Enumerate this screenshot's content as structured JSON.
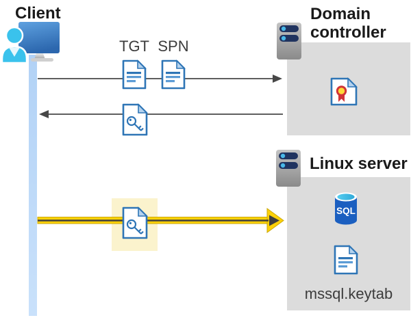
{
  "labels": {
    "client": "Client",
    "tgt": "TGT",
    "spn": "SPN",
    "domain_controller": "Domain controller",
    "linux_server": "Linux server",
    "sql_badge": "SQL",
    "keytab_filename": "mssql.keytab"
  },
  "icons": {
    "client": "user-with-monitor-icon",
    "domain_controller": "server-tower-icon",
    "linux_server": "server-tower-icon",
    "tgt_ticket": "document-icon",
    "spn_ticket": "document-icon",
    "service_ticket": "key-document-icon",
    "keytab_key": "key-document-icon",
    "certificate": "certificate-document-icon",
    "sql_database": "sql-database-cylinder-icon",
    "keytab_file": "document-icon"
  },
  "colors": {
    "document_blue": "#2e75b6",
    "document_line_blue": "#5b9bd5",
    "fold_light_blue": "#b4d2ee",
    "person_cyan": "#3ac2ec",
    "monitor_blue_top": "#5ea1e0",
    "monitor_blue_bottom": "#2c67ae",
    "timeline_bar_blue": "#bfdbf8",
    "server_gray_top": "#c4c4c4",
    "server_gray_bottom": "#8a8a8a",
    "server_slot_navy": "#20335f",
    "server_dot_cyan": "#49b8e8",
    "panel_gray": "#dcdcdc",
    "arrow_gray": "#474747",
    "highlight_yellow": "#fbf3cd",
    "arrow_yellow": "#fdd108",
    "arrow_yellow_edge": "#caa80a",
    "sql_blue": "#1b5fc0",
    "sql_top_cyan": "#49c3e8",
    "cert_red": "#d13438",
    "cert_gold": "#ffd938",
    "label_dark": "#1a1a1a",
    "sublabel_gray": "#3c3c3c"
  }
}
